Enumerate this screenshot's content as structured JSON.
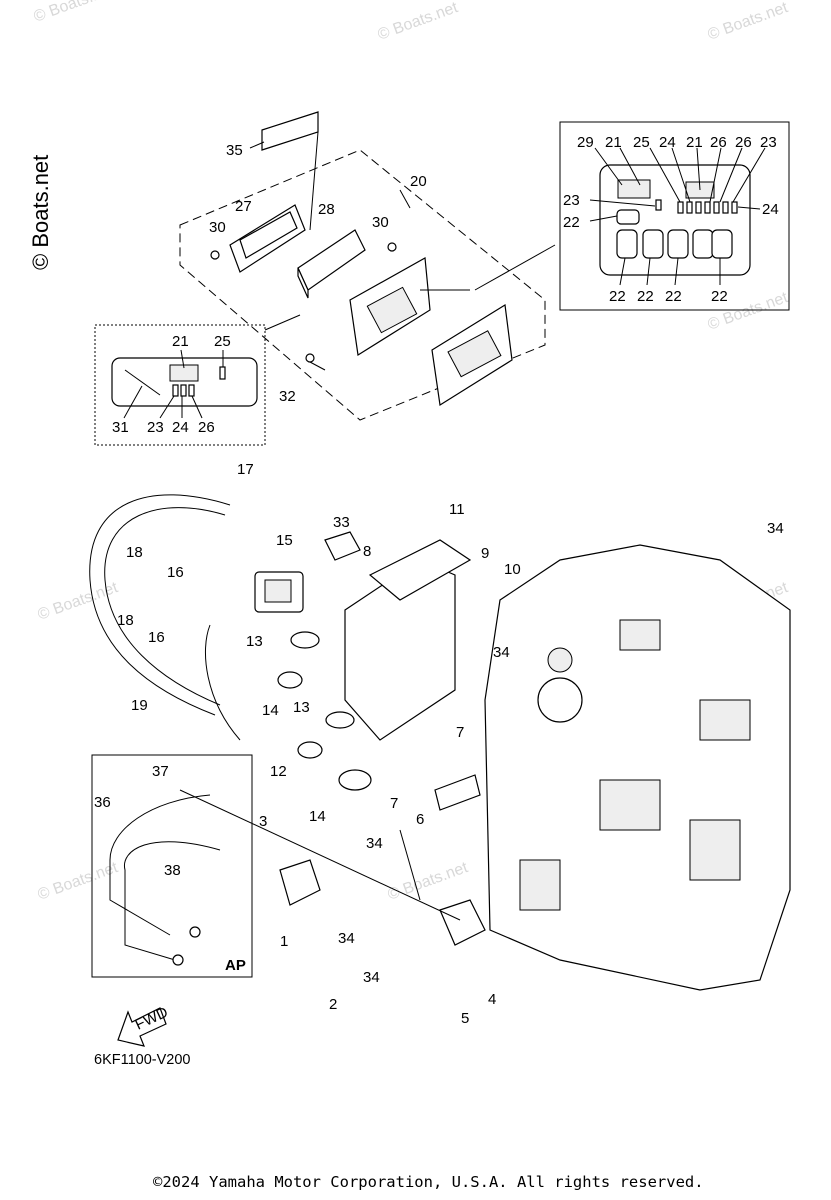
{
  "diagram": {
    "title": "Electrical parts diagram",
    "code": "6KF1100-V200",
    "copyright": "©2024 Yamaha Motor Corporation, U.S.A. All rights reserved.",
    "side_watermark": "© Boats.net",
    "watermark_text": "© Boats.net",
    "fwd_label": "FWD",
    "ap_label": "AP"
  },
  "callouts": {
    "c1": "1",
    "c2": "2",
    "c3": "3",
    "c4": "4",
    "c5": "5",
    "c6": "6",
    "c7a": "7",
    "c7b": "7",
    "c8": "8",
    "c9": "9",
    "c10": "10",
    "c11": "11",
    "c12": "12",
    "c13a": "13",
    "c13b": "13",
    "c14a": "14",
    "c14b": "14",
    "c15": "15",
    "c16a": "16",
    "c16b": "16",
    "c17": "17",
    "c18a": "18",
    "c18b": "18",
    "c19": "19",
    "c20": "20",
    "c27": "27",
    "c28": "28",
    "c30a": "30",
    "c30b": "30",
    "c32": "32",
    "c33": "33",
    "c34a": "34",
    "c34b": "34",
    "c34c": "34",
    "c34d": "34",
    "c34e": "34",
    "c35": "35",
    "c36": "36",
    "c37": "37",
    "c38": "38"
  },
  "inset_right": {
    "top_labels": [
      "29",
      "21",
      "25",
      "24",
      "21",
      "26",
      "26",
      "23"
    ],
    "left_labels": [
      "23",
      "22"
    ],
    "right_label": "24",
    "bottom_labels": [
      "22",
      "22",
      "22",
      "22"
    ]
  },
  "inset_left": {
    "top_labels": [
      "21",
      "25"
    ],
    "bottom_labels": [
      "31",
      "23",
      "24",
      "26"
    ]
  }
}
